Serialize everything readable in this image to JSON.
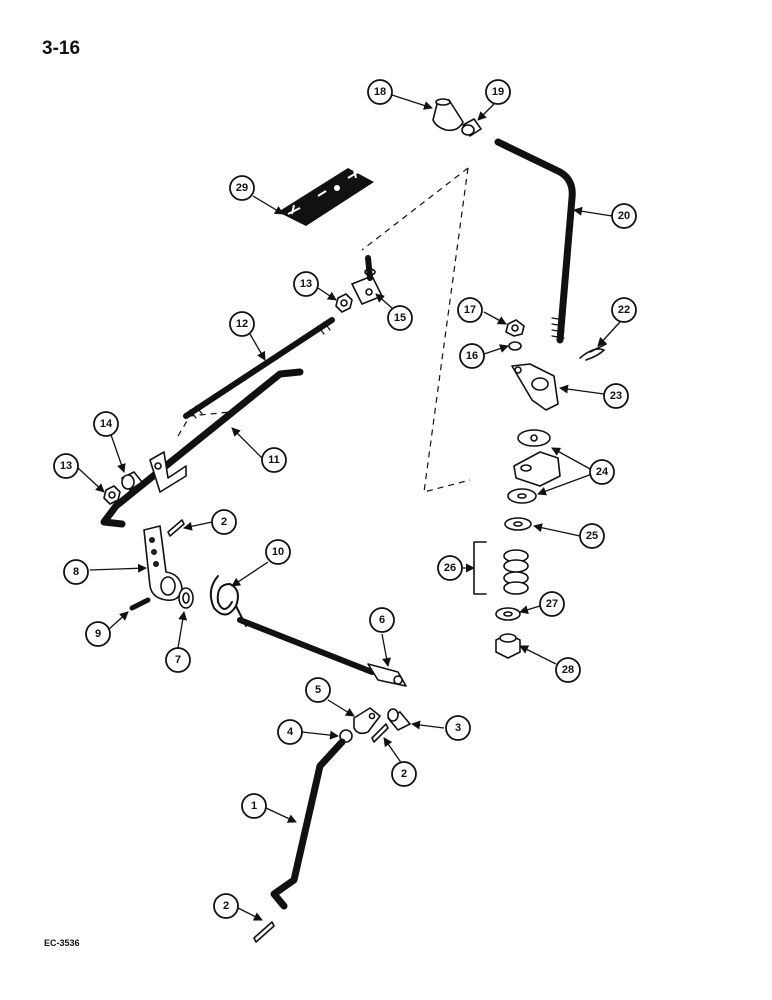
{
  "page": {
    "page_number": "3-16",
    "drawing_code": "EC-3536"
  },
  "callouts": [
    {
      "id": "c18",
      "label": "18"
    },
    {
      "id": "c19",
      "label": "19"
    },
    {
      "id": "c20",
      "label": "20"
    },
    {
      "id": "c29",
      "label": "29"
    },
    {
      "id": "c13a",
      "label": "13"
    },
    {
      "id": "c15",
      "label": "15"
    },
    {
      "id": "c17",
      "label": "17"
    },
    {
      "id": "c22",
      "label": "22"
    },
    {
      "id": "c16",
      "label": "16"
    },
    {
      "id": "c23",
      "label": "23"
    },
    {
      "id": "c12",
      "label": "12"
    },
    {
      "id": "c14",
      "label": "14"
    },
    {
      "id": "c11",
      "label": "11"
    },
    {
      "id": "c13b",
      "label": "13"
    },
    {
      "id": "c24",
      "label": "24"
    },
    {
      "id": "c2a",
      "label": "2"
    },
    {
      "id": "c25",
      "label": "25"
    },
    {
      "id": "c8",
      "label": "8"
    },
    {
      "id": "c10",
      "label": "10"
    },
    {
      "id": "c26",
      "label": "26"
    },
    {
      "id": "c27",
      "label": "27"
    },
    {
      "id": "c9",
      "label": "9"
    },
    {
      "id": "c7",
      "label": "7"
    },
    {
      "id": "c6",
      "label": "6"
    },
    {
      "id": "c28",
      "label": "28"
    },
    {
      "id": "c5",
      "label": "5"
    },
    {
      "id": "c4",
      "label": "4"
    },
    {
      "id": "c3",
      "label": "3"
    },
    {
      "id": "c2b",
      "label": "2"
    },
    {
      "id": "c1",
      "label": "1"
    },
    {
      "id": "c2c",
      "label": "2"
    }
  ]
}
